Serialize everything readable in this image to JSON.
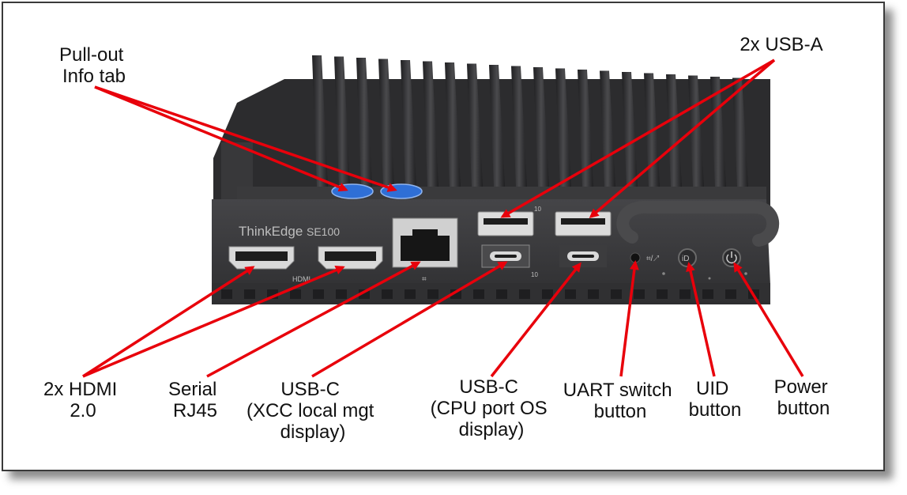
{
  "product": {
    "brand": "ThinkEdge",
    "model": "SE100",
    "hdmi_logo": "HDMI",
    "usb_speed_mark": "10"
  },
  "labels": {
    "pullout": [
      "Pull-out",
      "Info tab"
    ],
    "usba": [
      "2x USB-A"
    ],
    "hdmi": [
      "2x HDMI",
      "2.0"
    ],
    "serial": [
      "Serial",
      "RJ45"
    ],
    "usbc_xcc": [
      "USB-C",
      "(XCC local mgt",
      "display)"
    ],
    "usbc_cpu": [
      "USB-C",
      "(CPU port OS",
      "display)"
    ],
    "uart": [
      "UART switch",
      "button"
    ],
    "uid": [
      "UID",
      "button"
    ],
    "power": [
      "Power",
      "button"
    ]
  },
  "colors": {
    "arrow": "#e8000b",
    "chassis": "#3b3b3d",
    "heatsink": "#2a2a2c",
    "port_silver": "#d9d9d9",
    "info_tab_blue": "#2f6fd6"
  }
}
